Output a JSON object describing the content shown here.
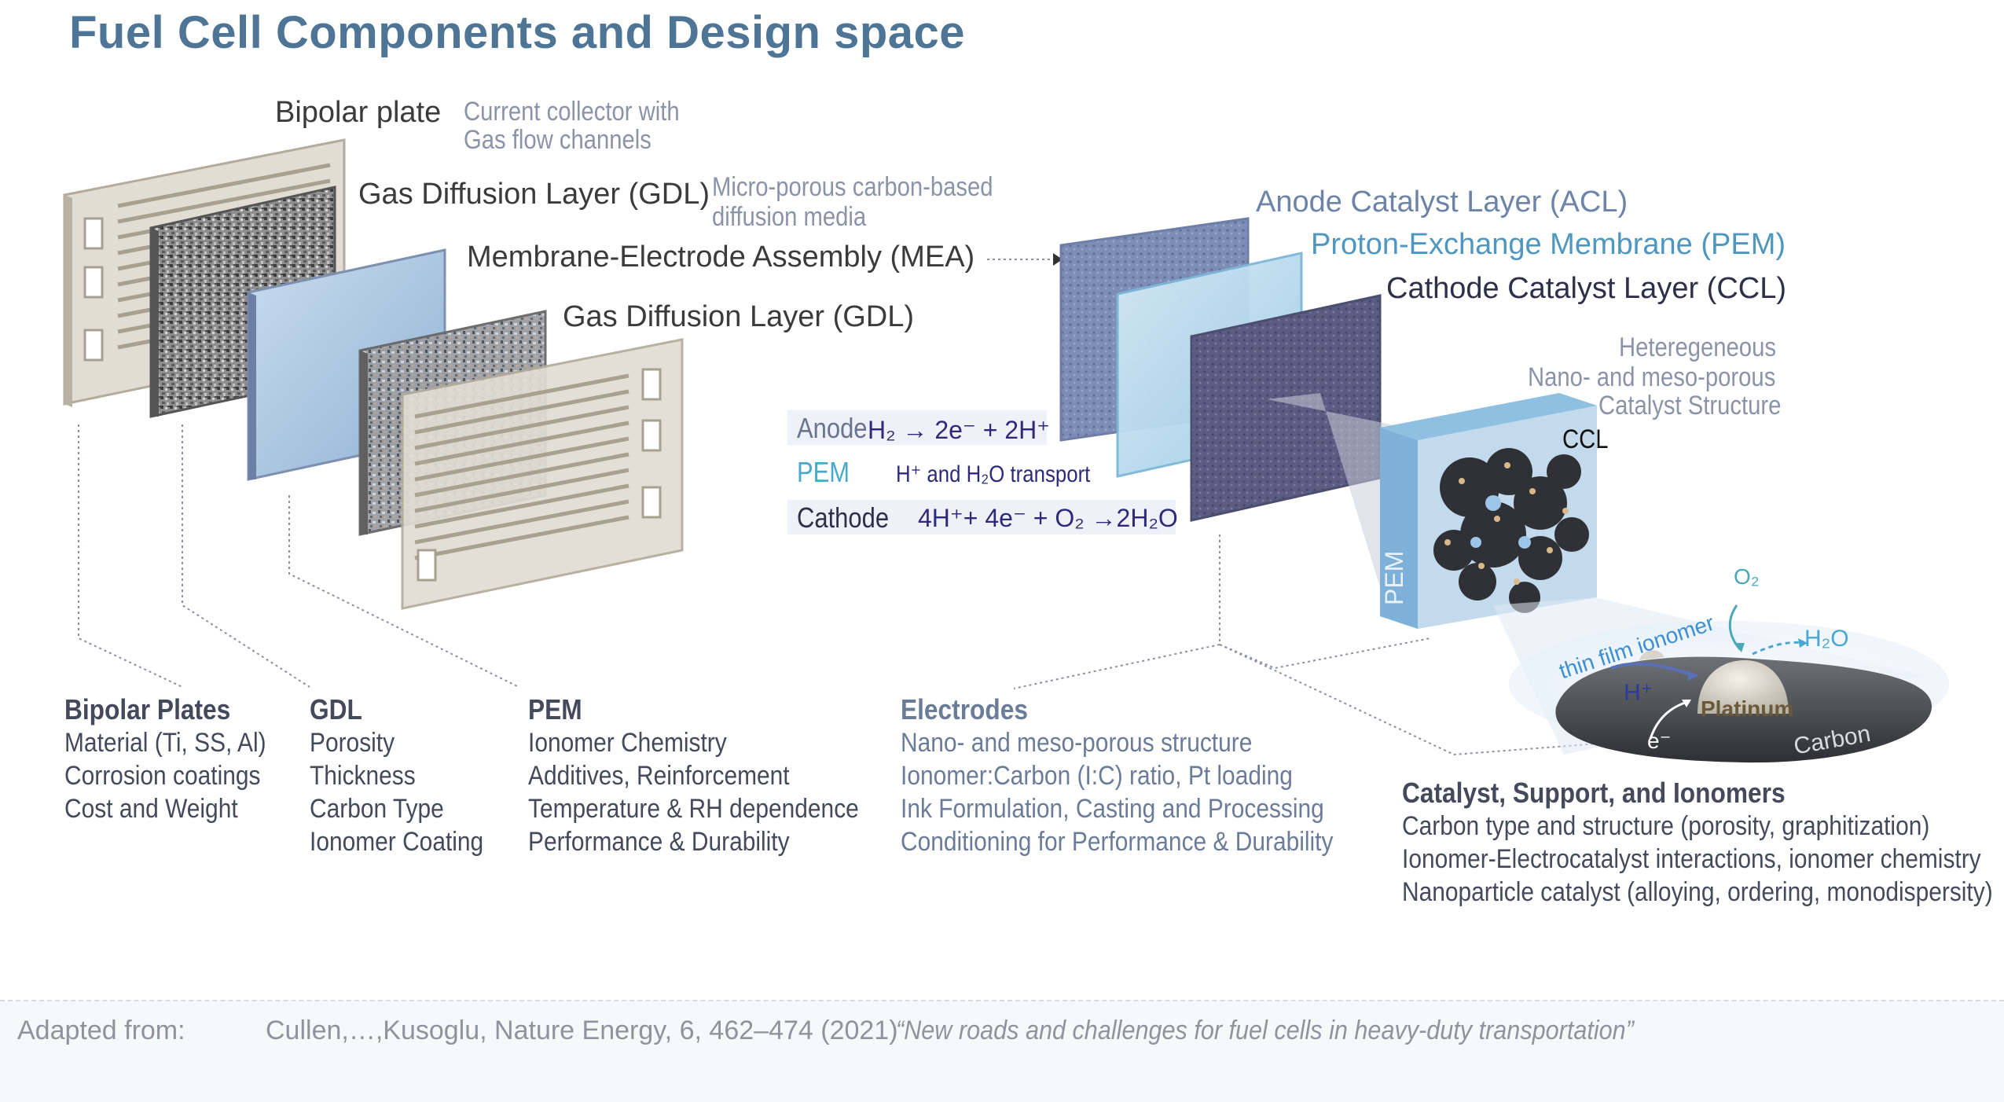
{
  "title": "Fuel Cell Components and Design space",
  "components": {
    "bipolar_plate": {
      "label": "Bipolar plate",
      "desc_line1": "Current collector with",
      "desc_line2": "Gas flow channels"
    },
    "gdl_top": {
      "label": "Gas Diffusion Layer (GDL)",
      "desc_line1": "Micro-porous carbon-based",
      "desc_line2": "diffusion media"
    },
    "mea": {
      "label": "Membrane-Electrode Assembly (MEA)"
    },
    "gdl_bottom": {
      "label": "Gas Diffusion Layer (GDL)"
    }
  },
  "mea_layers": {
    "acl": "Anode Catalyst Layer  (ACL)",
    "pem": "Proton-Exchange Membrane (PEM)",
    "ccl": "Cathode Catalyst Layer (CCL)"
  },
  "reactions": {
    "anode_label": "Anode",
    "anode_eq": "H₂ → 2e⁻ + 2H⁺",
    "pem_label": "PEM",
    "pem_eq": "H⁺ and H₂O transport",
    "cathode_label": "Cathode",
    "cathode_eq": "4H⁺+ 4e⁻ + O₂ →2H₂O"
  },
  "catalyst_structure": {
    "line1": "Heteregeneous",
    "line2": "Nano- and meso-porous",
    "line3": "Catalyst Structure",
    "ccl_tag": "CCL",
    "pem_tag": "PEM"
  },
  "particle": {
    "o2": "O₂",
    "h2o": "H₂O",
    "thin_film": "thin film ionomer",
    "hplus": "H⁺",
    "platinum": "Platinum",
    "eminus": "e⁻",
    "carbon": "Carbon"
  },
  "sections": {
    "bipolar": {
      "title": "Bipolar Plates",
      "items": [
        "Material (Ti, SS, Al)",
        "Corrosion coatings",
        "Cost and Weight"
      ]
    },
    "gdl": {
      "title": "GDL",
      "items": [
        "Porosity",
        "Thickness",
        "Carbon Type",
        "Ionomer Coating"
      ]
    },
    "pem": {
      "title": "PEM",
      "items": [
        "Ionomer Chemistry",
        "Additives, Reinforcement",
        "Temperature & RH dependence",
        "Performance & Durability"
      ]
    },
    "electrodes": {
      "title": "Electrodes",
      "items": [
        "Nano- and meso-porous structure",
        "Ionomer:Carbon (I:C) ratio, Pt loading",
        "Ink Formulation, Casting and Processing",
        "Conditioning for Performance & Durability"
      ]
    },
    "catalyst": {
      "title": "Catalyst, Support, and Ionomers",
      "items": [
        "Carbon type and structure (porosity, graphitization)",
        "Ionomer-Electrocatalyst interactions, ionomer chemistry",
        "Nanoparticle catalyst (alloying, ordering, monodispersity)"
      ]
    }
  },
  "footer": {
    "adapted": "Adapted from:",
    "citation": "Cullen,…,Kusoglu, Nature Energy, 6, 462–474 (2021)",
    "quote": "“New roads and challenges for fuel cells in heavy-duty transportation”"
  },
  "colors": {
    "title": "#4e7596",
    "plate": "#d8d2c6",
    "membrane": "#a9c9e6",
    "anode_layer": "#7f90b8",
    "cathode_layer": "#5d5f84"
  }
}
